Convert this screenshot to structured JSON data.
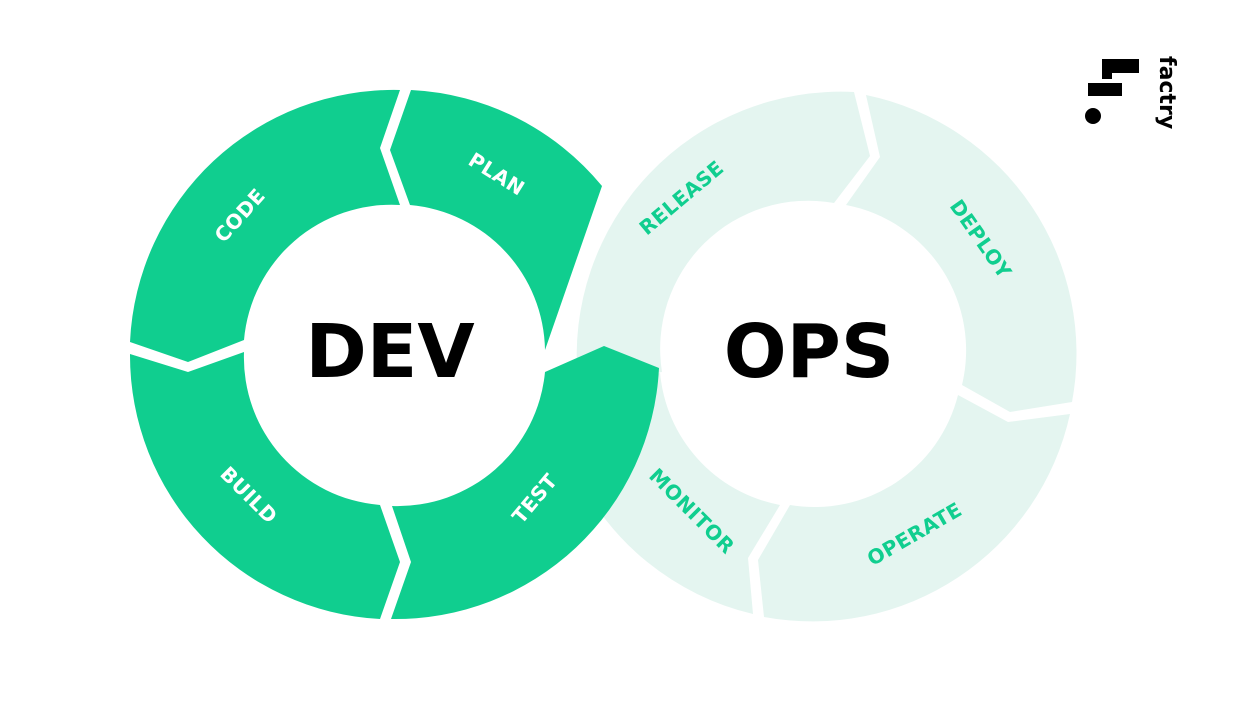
{
  "colors": {
    "dev_ring": "#10ce8f",
    "ops_ring": "#e4f5f0",
    "dev_text": "#ffffff",
    "ops_text": "#10ce8f",
    "center_text": "#000000",
    "logo": "#000000"
  },
  "dev": {
    "center_label": "DEV",
    "segments": {
      "plan": "PLAN",
      "code": "CODE",
      "build": "BUILD",
      "test": "TEST"
    }
  },
  "ops": {
    "center_label": "OPS",
    "segments": {
      "release": "RELEASE",
      "deploy": "DEPLOY",
      "operate": "OPERATE",
      "monitor": "MONITOR"
    }
  },
  "logo": {
    "wordmark": "factry",
    "icon": "factry-logo-icon"
  }
}
